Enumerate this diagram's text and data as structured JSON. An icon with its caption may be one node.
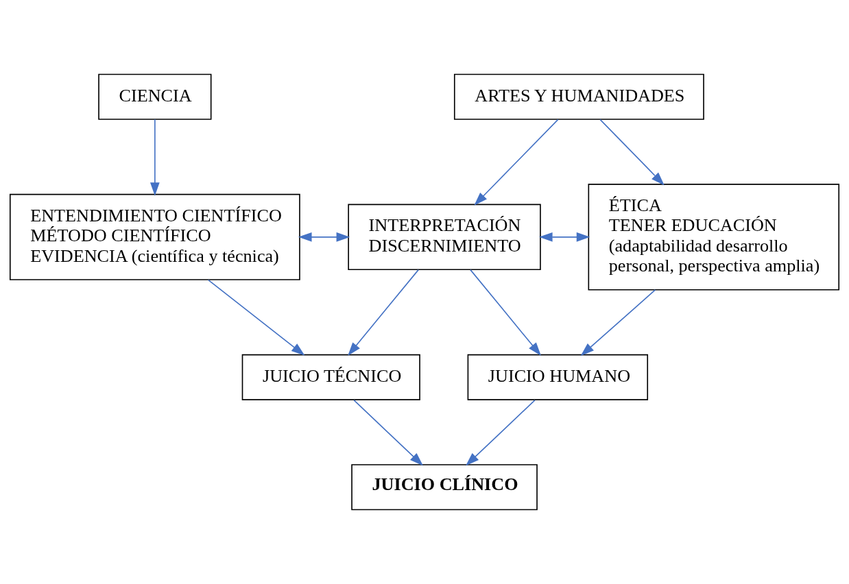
{
  "diagram": {
    "nodes": [
      {
        "text": [
          "CIENCIA"
        ]
      },
      {
        "text": [
          "ARTES Y HUMANIDADES"
        ]
      },
      {
        "text": [
          "ENTENDIMIENTO CIENTÍFICO",
          "MÉTODO CIENTÍFICO",
          "EVIDENCIA (científica y técnica)"
        ]
      },
      {
        "text": [
          "INTERPRETACIÓN",
          "DISCERNIMIENTO"
        ]
      },
      {
        "text": [
          "ÉTICA",
          "TENER EDUCACIÓN",
          "(adaptabilidad desarrollo personal, perspectiva amplia)"
        ]
      },
      {
        "text": [
          "JUICIO TÉCNICO"
        ]
      },
      {
        "text": [
          "JUICIO HUMANO"
        ]
      },
      {
        "text": [
          "JUICIO CLÍNICO"
        ]
      }
    ],
    "edges": [
      {
        "from": 0,
        "to": 2,
        "arrow": "to"
      },
      {
        "from": 1,
        "to": 3,
        "arrow": "to"
      },
      {
        "from": 1,
        "to": 4,
        "arrow": "to"
      },
      {
        "from": 2,
        "to": 3,
        "arrow": "both"
      },
      {
        "from": 3,
        "to": 4,
        "arrow": "both"
      },
      {
        "from": 2,
        "to": 5,
        "arrow": "to"
      },
      {
        "from": 3,
        "to": 5,
        "arrow": "to"
      },
      {
        "from": 3,
        "to": 6,
        "arrow": "to"
      },
      {
        "from": 4,
        "to": 6,
        "arrow": "to"
      },
      {
        "from": 5,
        "to": 7,
        "arrow": "to"
      },
      {
        "from": 6,
        "to": 7,
        "arrow": "to"
      }
    ]
  }
}
